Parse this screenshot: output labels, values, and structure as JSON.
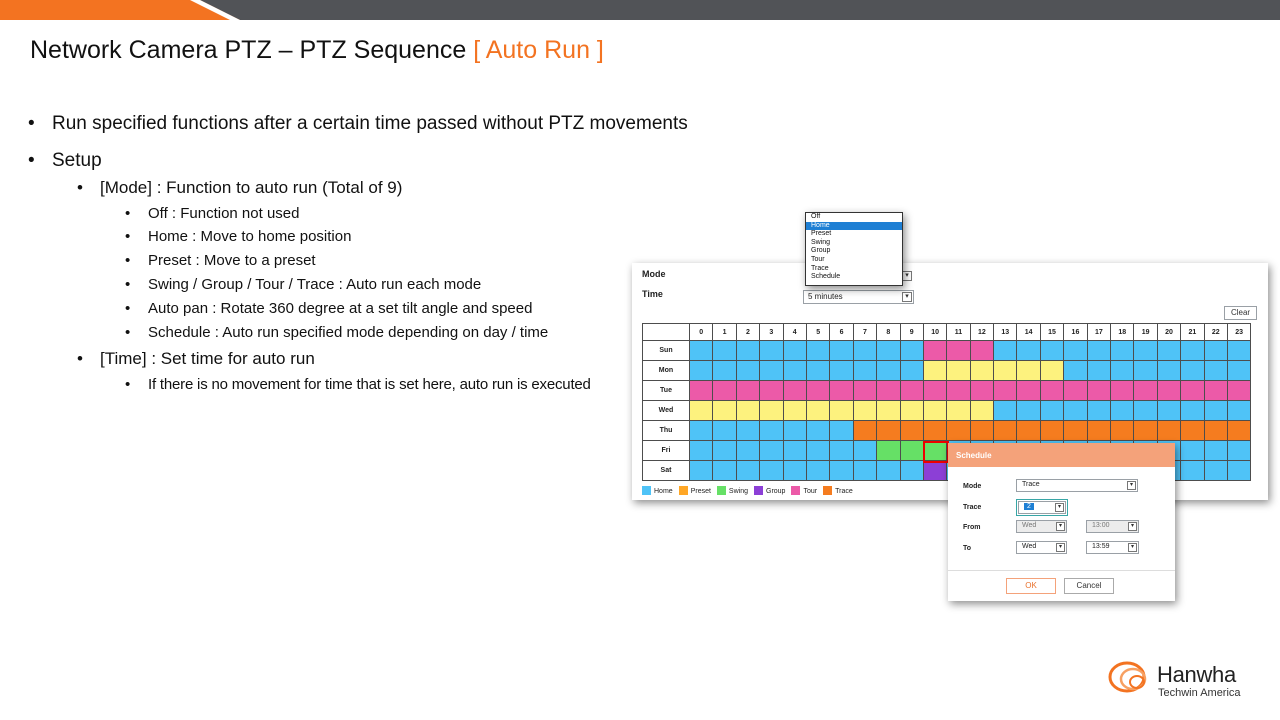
{
  "colors": {
    "brand_orange": "#f37321",
    "topbar_gray": "#515357",
    "home": "#4fc3f7",
    "preset": "#ffa726",
    "swing": "#66e066",
    "group": "#8c3fd6",
    "tour": "#ec5aa8",
    "trace": "#f57c1f",
    "empty_yellow": "#fdf27e"
  },
  "title": {
    "main": "Network Camera PTZ – PTZ Sequence ",
    "accent": "[ Auto Run ]"
  },
  "bullets": {
    "b1": "Run specified functions after a certain time passed without PTZ movements",
    "b2": "Setup",
    "mode_heading": "[Mode] : Function to auto run (Total of 9)",
    "mode_items": [
      "Off : Function not used",
      "Home : Move to home position",
      "Preset : Move to a preset",
      "Swing / Group / Tour / Trace : Auto run each mode",
      "Auto pan : Rotate 360 degree at a set tilt angle and speed",
      "Schedule : Auto run specified mode depending on day / time"
    ],
    "time_heading": "[Time] : Set time for auto run",
    "time_items": [
      "If there is no movement for time that is set here, auto run is executed"
    ]
  },
  "panel": {
    "mode_label": "Mode",
    "time_label": "Time",
    "time_value": "5 minutes",
    "clear_label": "Clear",
    "hours": [
      "0",
      "1",
      "2",
      "3",
      "4",
      "5",
      "6",
      "7",
      "8",
      "9",
      "10",
      "11",
      "12",
      "13",
      "14",
      "15",
      "16",
      "17",
      "18",
      "19",
      "20",
      "21",
      "22",
      "23"
    ],
    "days": [
      "Sun",
      "Mon",
      "Tue",
      "Wed",
      "Thu",
      "Fri",
      "Sat"
    ],
    "schedule": [
      [
        "home",
        "home",
        "home",
        "home",
        "home",
        "home",
        "home",
        "home",
        "home",
        "home",
        "tour",
        "tour",
        "tour",
        "home",
        "home",
        "home",
        "home",
        "home",
        "home",
        "home",
        "home",
        "home",
        "home",
        "home"
      ],
      [
        "home",
        "home",
        "home",
        "home",
        "home",
        "home",
        "home",
        "home",
        "home",
        "home",
        "empty",
        "empty",
        "empty",
        "empty",
        "empty",
        "empty",
        "home",
        "home",
        "home",
        "home",
        "home",
        "home",
        "home",
        "home"
      ],
      [
        "tour",
        "tour",
        "tour",
        "tour",
        "tour",
        "tour",
        "tour",
        "tour",
        "tour",
        "tour",
        "tour",
        "tour",
        "tour",
        "tour",
        "tour",
        "tour",
        "tour",
        "tour",
        "tour",
        "tour",
        "tour",
        "tour",
        "tour",
        "tour"
      ],
      [
        "empty",
        "empty",
        "empty",
        "empty",
        "empty",
        "empty",
        "empty",
        "empty",
        "empty",
        "empty",
        "empty",
        "empty",
        "empty",
        "home",
        "home",
        "home",
        "home",
        "home",
        "home",
        "home",
        "home",
        "home",
        "home",
        "home"
      ],
      [
        "home",
        "home",
        "home",
        "home",
        "home",
        "home",
        "home",
        "trace",
        "trace",
        "trace",
        "trace",
        "trace",
        "trace",
        "trace",
        "trace",
        "trace",
        "trace",
        "trace",
        "trace",
        "trace",
        "trace",
        "trace",
        "trace",
        "trace"
      ],
      [
        "home",
        "home",
        "home",
        "home",
        "home",
        "home",
        "home",
        "home",
        "swing",
        "swing",
        "swing",
        "home",
        "home",
        "home",
        "home",
        "home",
        "home",
        "home",
        "home",
        "home",
        "home",
        "home",
        "home",
        "home"
      ],
      [
        "home",
        "home",
        "home",
        "home",
        "home",
        "home",
        "home",
        "home",
        "home",
        "home",
        "group",
        "home",
        "home",
        "home",
        "home",
        "home",
        "home",
        "home",
        "home",
        "home",
        "home",
        "home",
        "home",
        "home"
      ]
    ],
    "legend": [
      {
        "label": "Home",
        "color": "#4fc3f7"
      },
      {
        "label": "Preset",
        "color": "#ffa726"
      },
      {
        "label": "Swing",
        "color": "#66e066"
      },
      {
        "label": "Group",
        "color": "#8c3fd6"
      },
      {
        "label": "Tour",
        "color": "#ec5aa8"
      },
      {
        "label": "Trace",
        "color": "#f57c1f"
      }
    ]
  },
  "mode_dropdown": {
    "options": [
      "Off",
      "Home",
      "Preset",
      "Swing",
      "Group",
      "Tour",
      "Trace",
      "Schedule"
    ],
    "selected": "Home"
  },
  "dialog": {
    "title": "Schedule",
    "mode_label": "Mode",
    "mode_value": "Trace",
    "trace_label": "Trace",
    "trace_value": "2",
    "from_label": "From",
    "from_day": "Wed",
    "from_time": "13:00",
    "to_label": "To",
    "to_day": "Wed",
    "to_time": "13:59",
    "ok_label": "OK",
    "cancel_label": "Cancel"
  },
  "logo": {
    "brand": "Hanwha",
    "sub": "Techwin America"
  }
}
